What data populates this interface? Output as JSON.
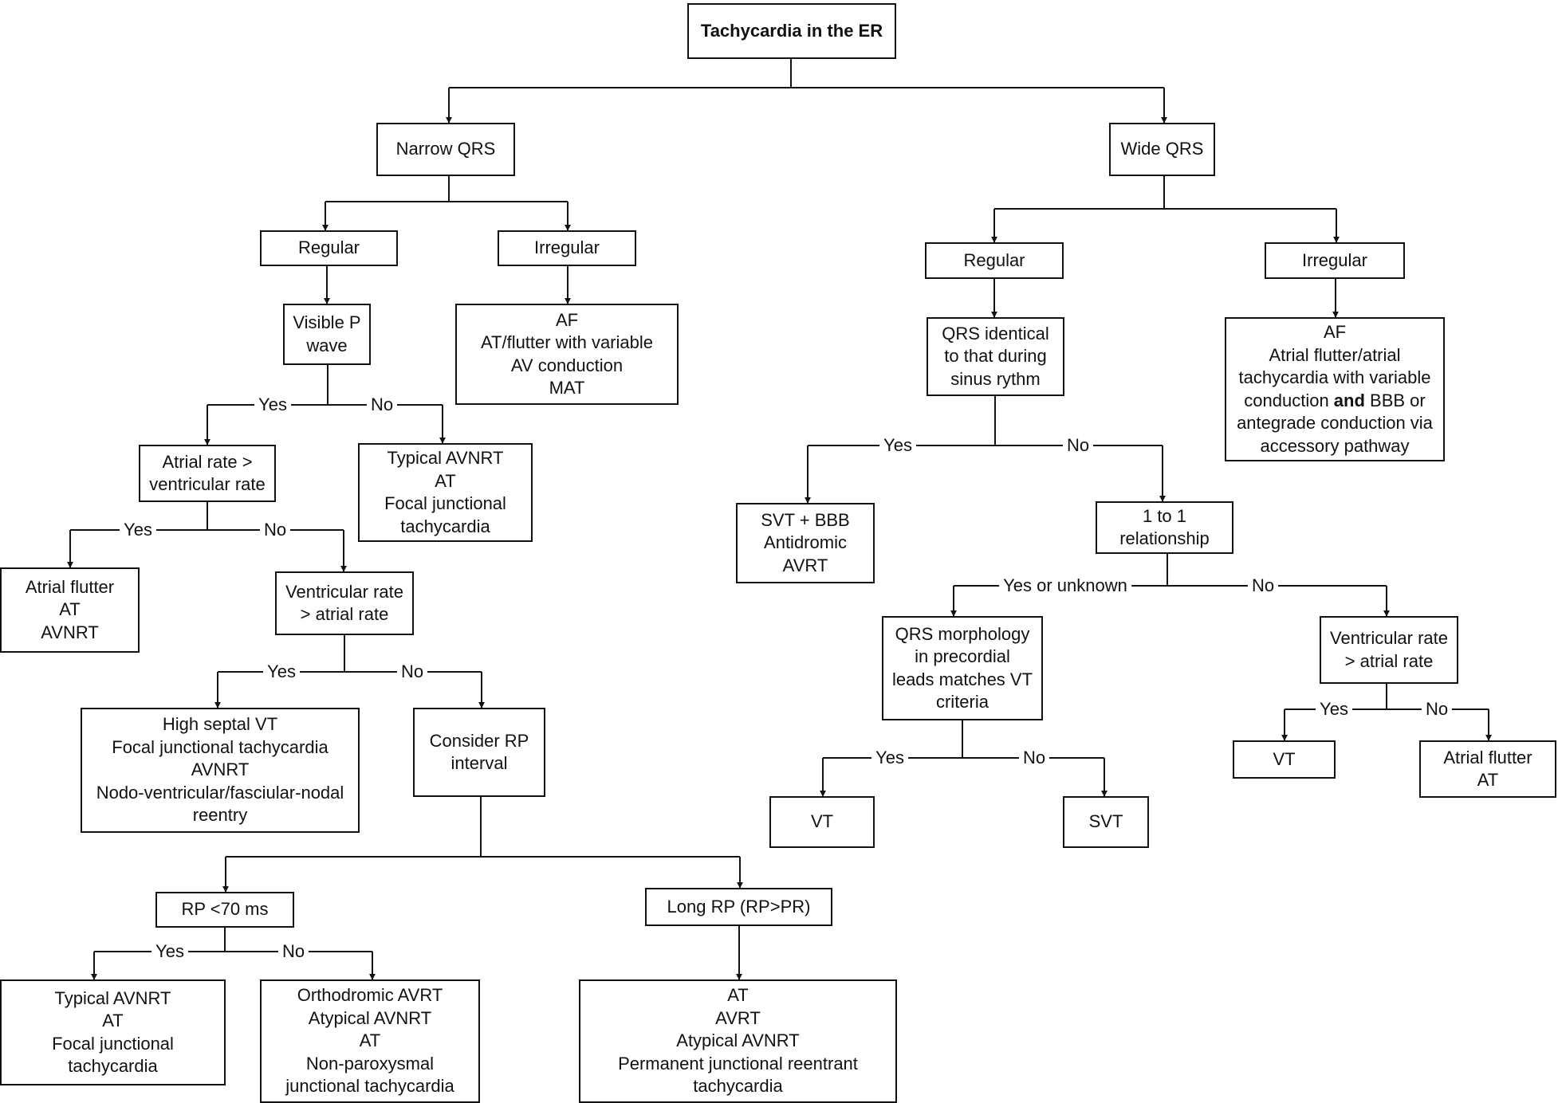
{
  "nodes": {
    "root": "Tachycardia in the ER",
    "narrow_qrs": "Narrow QRS",
    "wide_qrs": "Wide QRS",
    "n_regular": "Regular",
    "n_irregular": "Irregular",
    "visible_p": [
      "Visible P",
      "wave"
    ],
    "n_irreg_result": [
      "AF",
      "AT/flutter with variable",
      "AV conduction",
      "MAT"
    ],
    "atrial_gt_vent": [
      "Atrial rate >",
      "ventricular rate"
    ],
    "no_p_result": [
      "Typical AVNRT",
      "AT",
      "Focal junctional",
      "tachycardia"
    ],
    "atrial_flutter_result": [
      "Atrial flutter",
      "AT",
      "AVNRT"
    ],
    "vent_gt_atrial_n": [
      "Ventricular rate",
      "> atrial rate"
    ],
    "high_septal_result": [
      "High septal VT",
      "Focal junctional tachycardia",
      "AVNRT",
      "Nodo-ventricular/fasciular-nodal",
      "reentry"
    ],
    "consider_rp": [
      "Consider RP",
      "interval"
    ],
    "rp_lt70": "RP <70 ms",
    "long_rp": "Long RP (RP>PR)",
    "rp_yes_result": [
      "Typical AVNRT",
      "AT",
      "Focal junctional",
      "tachycardia"
    ],
    "rp_no_result": [
      "Orthodromic AVRT",
      "Atypical AVNRT",
      "AT",
      "Non-paroxysmal",
      "junctional tachycardia"
    ],
    "long_rp_result": [
      "AT",
      "AVRT",
      "Atypical AVNRT",
      "Permanent junctional reentrant",
      "tachycardia"
    ],
    "w_regular": "Regular",
    "w_irregular": "Irregular",
    "qrs_identical": [
      "QRS identical",
      "to that during",
      "sinus rythm"
    ],
    "w_irreg_result": {
      "lines": [
        "AF",
        "Atrial flutter/atrial",
        "tachycardia with variable"
      ],
      "line4_pre": "conduction ",
      "line4_bold": "and",
      "line4_post": " BBB or",
      "lines_after": [
        "antegrade conduction via",
        "accessory pathway"
      ]
    },
    "svt_bbb_result": [
      "SVT + BBB",
      "Antidromic",
      "AVRT"
    ],
    "one_to_one": [
      "1 to 1",
      "relationship"
    ],
    "qrs_morph": [
      "QRS morphology",
      "in precordial",
      "leads matches VT",
      "criteria"
    ],
    "vent_gt_atrial_w": [
      "Ventricular rate",
      "> atrial rate"
    ],
    "vt_1": "VT",
    "svt": "SVT",
    "vt_2": "VT",
    "atrial_flutter_at": [
      "Atrial flutter",
      "AT"
    ]
  },
  "edge_labels": {
    "visible_p_yes": "Yes",
    "visible_p_no": "No",
    "atrial_gt_vent_yes": "Yes",
    "atrial_gt_vent_no": "No",
    "vent_gt_atrial_n_yes": "Yes",
    "vent_gt_atrial_n_no": "No",
    "rp_lt70_yes": "Yes",
    "rp_lt70_no": "No",
    "qrs_identical_yes": "Yes",
    "qrs_identical_no": "No",
    "one_to_one_yes": "Yes or unknown",
    "one_to_one_no": "No",
    "qrs_morph_yes": "Yes",
    "qrs_morph_no": "No",
    "vent_gt_atrial_w_yes": "Yes",
    "vent_gt_atrial_w_no": "No"
  }
}
